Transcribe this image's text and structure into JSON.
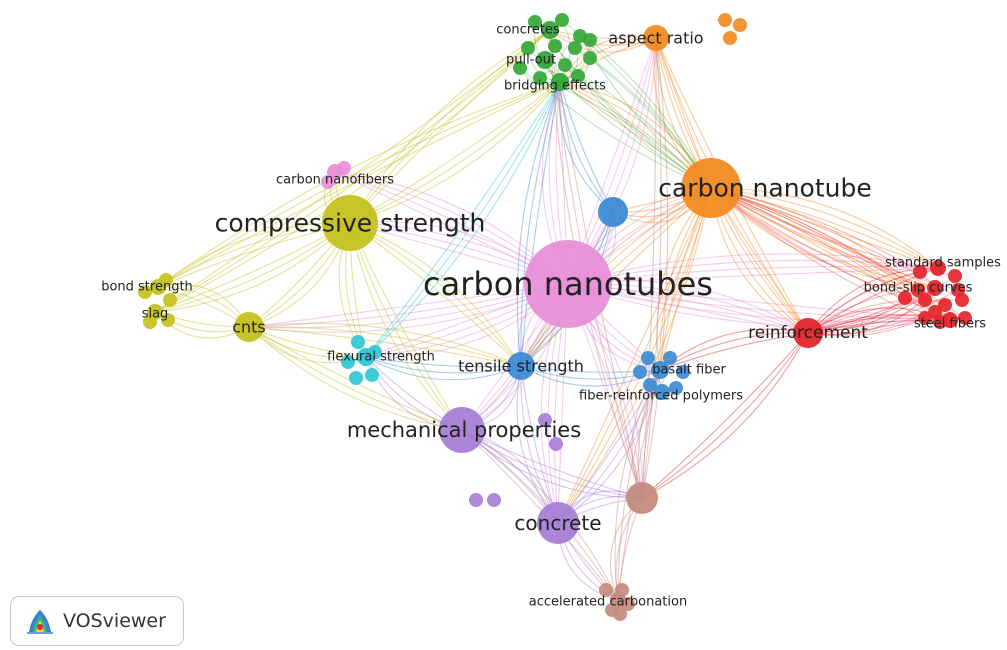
{
  "app": {
    "logo_text": "VOSviewer"
  },
  "clusters": {
    "red": "#e3262d",
    "green": "#35a73a",
    "blue": "#3d8bd4",
    "yellow": "#c4c21e",
    "purple": "#a77fd6",
    "cyan": "#2ec7d6",
    "orange": "#f28b22",
    "brown": "#c48b7e",
    "pink": "#e88fd8"
  },
  "nodes": [
    {
      "id": "cnts_pink",
      "label": "carbon nanotubes",
      "cluster": "pink",
      "weight": 44
    },
    {
      "id": "cnt_orange",
      "label": "carbon nanotube",
      "cluster": "orange",
      "weight": 30
    },
    {
      "id": "comp",
      "label": "compressive strength",
      "cluster": "yellow",
      "weight": 28
    },
    {
      "id": "mech",
      "label": "mechanical properties",
      "cluster": "purple",
      "weight": 23
    },
    {
      "id": "concrete",
      "label": "concrete",
      "cluster": "purple",
      "weight": 21
    },
    {
      "id": "reinf",
      "label": "reinforcement",
      "cluster": "red",
      "weight": 15
    },
    {
      "id": "tensile",
      "label": "tensile strength",
      "cluster": "blue",
      "weight": 14
    },
    {
      "id": "cnts",
      "label": "cnts",
      "cluster": "yellow",
      "weight": 15
    },
    {
      "id": "aspect",
      "label": "aspect ratio",
      "cluster": "orange",
      "weight": 13
    },
    {
      "id": "concretes",
      "label": "concretes",
      "cluster": "green",
      "weight": 9
    },
    {
      "id": "pullout",
      "label": "pull-out",
      "cluster": "green",
      "weight": 9
    },
    {
      "id": "bridging",
      "label": "bridging effects",
      "cluster": "green",
      "weight": 9
    },
    {
      "id": "cnf",
      "label": "carbon nanofibers",
      "cluster": "pink",
      "weight": 8
    },
    {
      "id": "bond",
      "label": "bond strength",
      "cluster": "yellow",
      "weight": 8
    },
    {
      "id": "slag",
      "label": "slag",
      "cluster": "yellow",
      "weight": 8
    },
    {
      "id": "flex",
      "label": "flexural strength",
      "cluster": "cyan",
      "weight": 9
    },
    {
      "id": "basalt",
      "label": "basalt fiber",
      "cluster": "blue",
      "weight": 9
    },
    {
      "id": "frp",
      "label": "fiber-reinforced polymers",
      "cluster": "blue",
      "weight": 8
    },
    {
      "id": "accel",
      "label": "accelerated carbonation",
      "cluster": "brown",
      "weight": 8
    },
    {
      "id": "std",
      "label": "standard samples",
      "cluster": "red",
      "weight": 8
    },
    {
      "id": "bondslip",
      "label": "bond–slip curves",
      "cluster": "red",
      "weight": 8
    },
    {
      "id": "steel",
      "label": "steel fibers",
      "cluster": "red",
      "weight": 8
    },
    {
      "id": "brown_hub",
      "label": "",
      "cluster": "brown",
      "weight": 16
    },
    {
      "id": "blue_top",
      "label": "",
      "cluster": "blue",
      "weight": 15
    }
  ]
}
